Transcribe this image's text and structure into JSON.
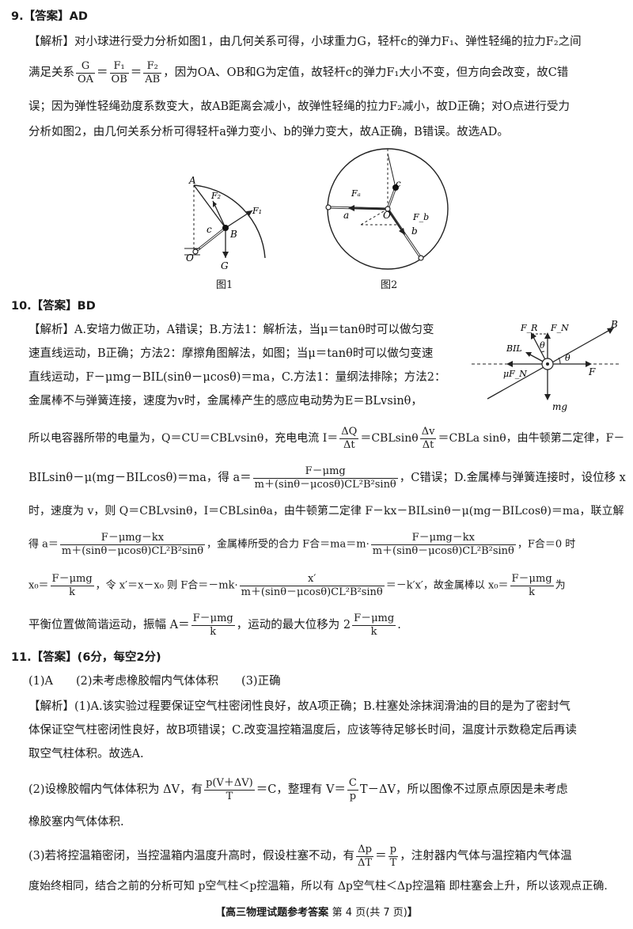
{
  "q9": {
    "header": "9.【答案】AD",
    "l1": "【解析】对小球进行受力分析如图1，由几何关系可得，小球重力G，轻杆c的弹力F₁、弹性轻绳的拉力F₂之间",
    "l2a": "满足关系",
    "f1n": "G",
    "f1d": "OA",
    "f2n": "F₁",
    "f2d": "OB",
    "f3n": "F₂",
    "f3d": "AB",
    "l2b": "，因为OA、OB和G为定值，故轻杆c的弹力F₁大小不变，但方向会改变，故C错",
    "l3": "误；因为弹性轻绳劲度系数变大，故AB距离会减小，故弹性轻绳的拉力F₂减小，故D正确；对O点进行受力",
    "l4": "分析如图2，由几何关系分析可得轻杆a弹力变小、b的弹力变大，故A正确，B错误。故选AD。",
    "fig1_caption": "图1",
    "fig2_caption": "图2",
    "fig1": {
      "A": "A",
      "F2": "F₂",
      "F1": "F₁",
      "c": "c",
      "B": "B",
      "O": "O",
      "G": "G"
    },
    "fig2": {
      "Fa": "Fₐ",
      "c": "c",
      "a": "a",
      "O": "O",
      "Fb": "F_b",
      "b": "b"
    }
  },
  "q10": {
    "header": "10.【答案】BD",
    "l1": "【解析】A.安培力做正功，A错误；B.方法1：解析法，当μ＝tanθ时可以做匀变",
    "l2": "速直线运动，B正确；方法2：摩擦角图解法，如图；当μ＝tanθ时可以做匀变速",
    "l3": "直线运动，F－μmg－BIL(sinθ－μcosθ)＝ma，C.方法1：量纲法排除；方法2：",
    "l4": "金属棒不与弹簧连接，速度为v时，金属棒产生的感应电动势为E＝BLvsinθ，",
    "l5a": "所以电容器所带的电量为，Q＝CU＝CBLvsinθ，充电电流 I＝",
    "l5f1n": "ΔQ",
    "l5f1d": "Δt",
    "l5b": "＝CBLsinθ",
    "l5f2n": "Δv",
    "l5f2d": "Δt",
    "l5c": "＝CBLa sinθ，由牛顿第二定律，F－",
    "l6a": "BILsinθ－μ(mg－BILcosθ)＝ma，得 a＝",
    "l6fn": "F－μmg",
    "l6fd": "m＋(sinθ－μcosθ)CL²B²sinθ",
    "l6b": "，C错误；D.金属棒与弹簧连接时，设位移 x",
    "l7": "时，速度为 v，则 Q＝CBLvsinθ，I＝CBLsinθa，由牛顿第二定律 F－kx－BILsinθ－μ(mg－BILcosθ)＝ma，联立解",
    "l8a": "得 a＝",
    "l8fn": "F－μmg－kx",
    "l8fd": "m＋(sinθ－μcosθ)CL²B²sinθ",
    "l8b": "，金属棒所受的合力 F合＝ma＝m·",
    "l8f2n": "F－μmg－kx",
    "l8f2d": "m＋(sinθ－μcosθ)CL²B²sinθ",
    "l8c": "，F合＝0 时",
    "l9a": "x₀＝",
    "l9f1n": "F－μmg",
    "l9f1d": "k",
    "l9b": "，令 x′＝x－x₀ 则 F合＝－mk·",
    "l9f2n": "x′",
    "l9f2d": "m＋(sinθ－μcosθ)CL²B²sinθ",
    "l9c": "＝－k′x′，故金属棒以 x₀＝",
    "l9f3n": "F－μmg",
    "l9f3d": "k",
    "l9d": "为",
    "l10a": "平衡位置做简谐运动，振幅 A＝",
    "l10f1n": "F－μmg",
    "l10f1d": "k",
    "l10b": "，运动的最大位移为 2",
    "l10f2n": "F－μmg",
    "l10f2d": "k",
    "l10c": ".",
    "fig": {
      "FR": "F_R",
      "FN": "F_N",
      "B": "B",
      "BIL": "BIL",
      "theta1": "θ",
      "theta2": "θ",
      "muFN": "μF_N",
      "F": "F",
      "mg": "mg"
    }
  },
  "q11": {
    "header": "11.【答案】(6分，每空2分)",
    "ans": "(1)A　　(2)未考虑橡胶帽内气体体积　　(3)正确",
    "l1": "【解析】(1)A.该实验过程要保证空气柱密闭性良好，故A项正确；B.柱塞处涂抹润滑油的目的是为了密封气",
    "l2": "体保证空气柱密闭性良好，故B项错误；C.改变温控箱温度后，应该等待足够长时间，温度计示数稳定后再读",
    "l3": "取空气柱体积。故选A.",
    "l4a": "(2)设橡胶帽内气体体积为 ΔV，有",
    "l4f1n": "p(V＋ΔV)",
    "l4f1d": "T",
    "l4b": "＝C，整理有 V＝",
    "l4f2n": "C",
    "l4f2d": "p",
    "l4c": "T－ΔV，所以图像不过原点原因是未考虑",
    "l5": "橡胶塞内气体体积.",
    "l6a": "(3)若将控温箱密闭，当控温箱内温度升高时，假设柱塞不动，有",
    "l6f1n": "Δp",
    "l6f1d": "ΔT",
    "l6b": "＝",
    "l6f2n": "p",
    "l6f2d": "T",
    "l6c": "，注射器内气体与温控箱内气体温",
    "l7": "度始终相同，结合之前的分析可知 p空气柱＜p控温箱，所以有 Δp空气柱＜Δp控温箱 即柱塞会上升，所以该观点正确."
  },
  "footer": {
    "title": "【高三物理试题参考答案",
    "page": "第 4 页(共 7 页)",
    "end": "】"
  }
}
